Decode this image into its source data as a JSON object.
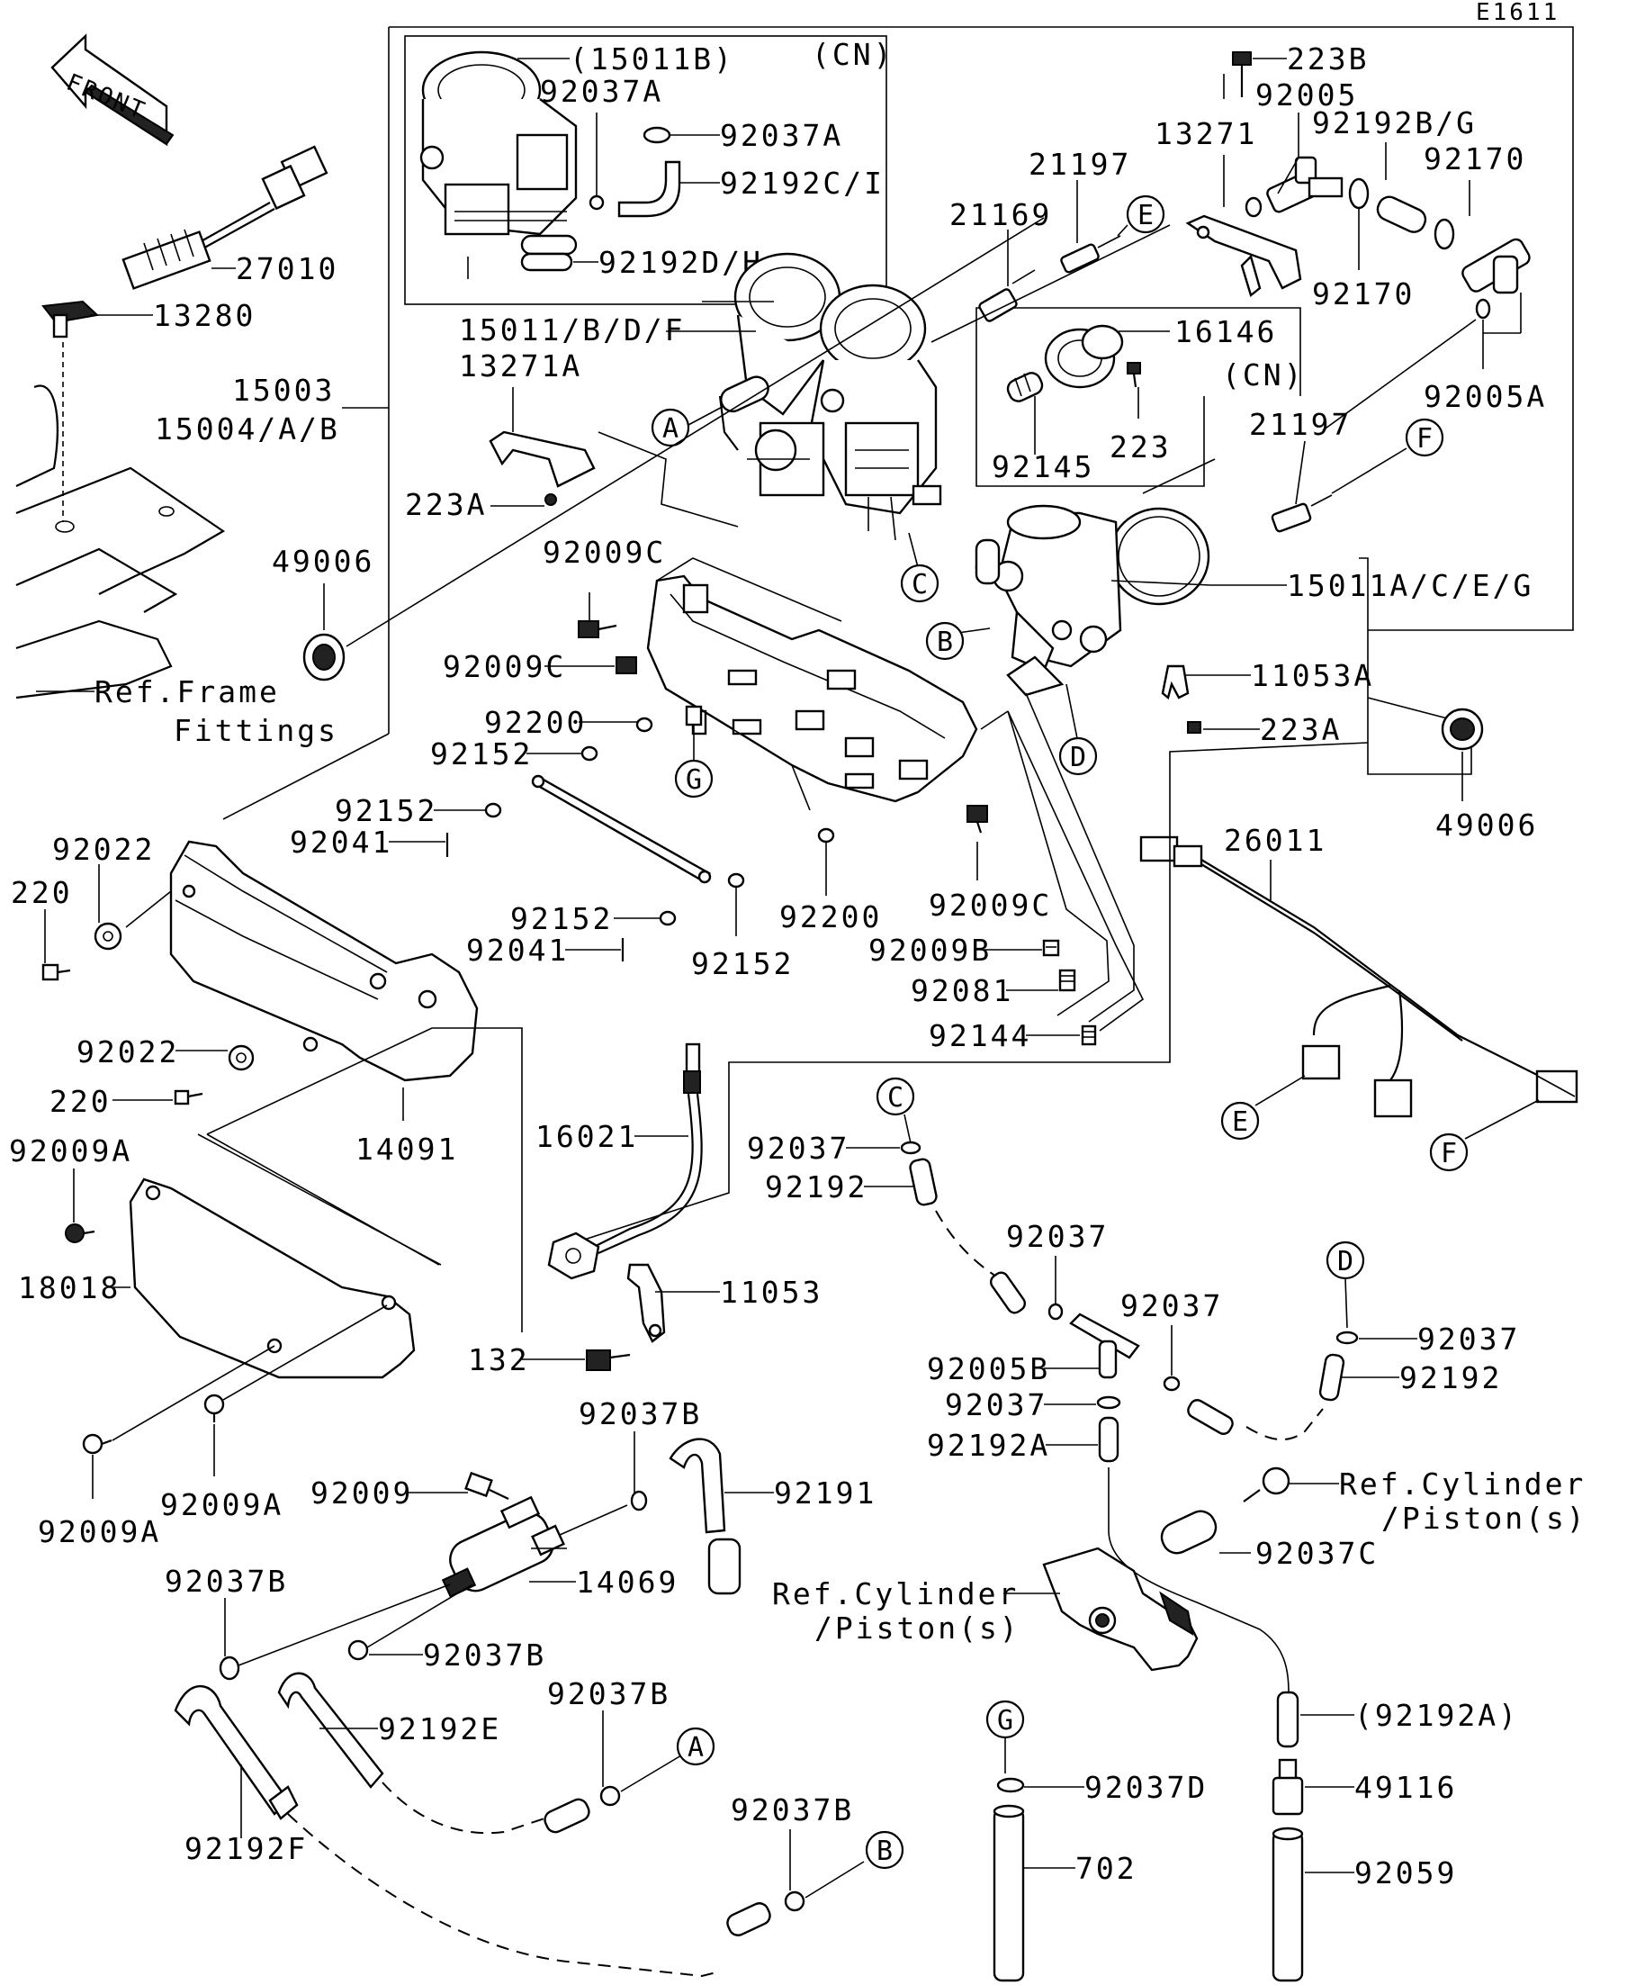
{
  "figure_code": "E1611",
  "front_label": "FRONT",
  "variant_cn_top": "(CN)",
  "variant_cn_mid": "(CN)",
  "labels": {
    "p15011B": "(15011B)",
    "p92037A_1": "92037A",
    "p92037A_2": "92037A",
    "p92192CI": "92192C/I",
    "p92192DH": "92192D/H",
    "p223B": "223B",
    "p92005": "92005",
    "p13271": "13271",
    "p92192BG": "92192B/G",
    "p92170_1": "92170",
    "p92170_2": "92170",
    "p21197_1": "21197",
    "p21169": "21169",
    "p27010": "27010",
    "p13280": "13280",
    "p15011BDF": "15011/B/D/F",
    "p13271A": "13271A",
    "p16146": "16146",
    "p15003": "15003",
    "p15004AB": "15004/A/B",
    "p92145": "92145",
    "p223": "223",
    "p92005A": "92005A",
    "p21197_2": "21197",
    "p223A_1": "223A",
    "p49006_1": "49006",
    "p92009C_1": "92009C",
    "p15011ACEG": "15011A/C/E/G",
    "p92009C_2": "92009C",
    "p11053A": "11053A",
    "ref_frame_1": "Ref.Frame",
    "ref_frame_2": "Fittings",
    "p92200_1": "92200",
    "p223A_2": "223A",
    "p92152_1": "92152",
    "p49006_2": "49006",
    "p92152_2": "92152",
    "p26011": "26011",
    "p92041_1": "92041",
    "p92022_1": "92022",
    "p220_1": "220",
    "p92152_3": "92152",
    "p92200_2": "92200",
    "p92009C_3": "92009C",
    "p92041_2": "92041",
    "p92152_4": "92152",
    "p92009B": "92009B",
    "p92081": "92081",
    "p92022_2": "92022",
    "p92144": "92144",
    "p220_2": "220",
    "p14091": "14091",
    "p16021": "16021",
    "p92009A_1": "92009A",
    "p92037_1": "92037",
    "p92192_1": "92192",
    "p18018": "18018",
    "p92037_2": "92037",
    "p11053": "11053",
    "p92037_3": "92037",
    "p92037_4": "92037",
    "p132": "132",
    "p92005B": "92005B",
    "p92192_2": "92192",
    "p92037_5": "92037",
    "p92192A": "92192A",
    "p92037B_1": "92037B",
    "p92009A_2": "92009A",
    "p92009": "92009",
    "p92191": "92191",
    "ref_cyl_1a": "Ref.Cylinder",
    "ref_cyl_1b": "/Piston(s)",
    "p92009A_3": "92009A",
    "p92037C": "92037C",
    "p14069": "14069",
    "p92037B_2": "92037B",
    "ref_cyl_2a": "Ref.Cylinder",
    "ref_cyl_2b": "/Piston(s)",
    "p92037B_3": "92037B",
    "p92192E": "92192E",
    "p92037B_4": "92037B",
    "p92192A_paren": "(92192A)",
    "p92037D": "92037D",
    "p49116": "49116",
    "p92192F": "92192F",
    "p92037B_5": "92037B",
    "p702": "702",
    "p92059": "92059"
  },
  "callouts": {
    "A": "A",
    "B": "B",
    "C": "C",
    "D": "D",
    "E": "E",
    "F": "F",
    "G": "G"
  }
}
